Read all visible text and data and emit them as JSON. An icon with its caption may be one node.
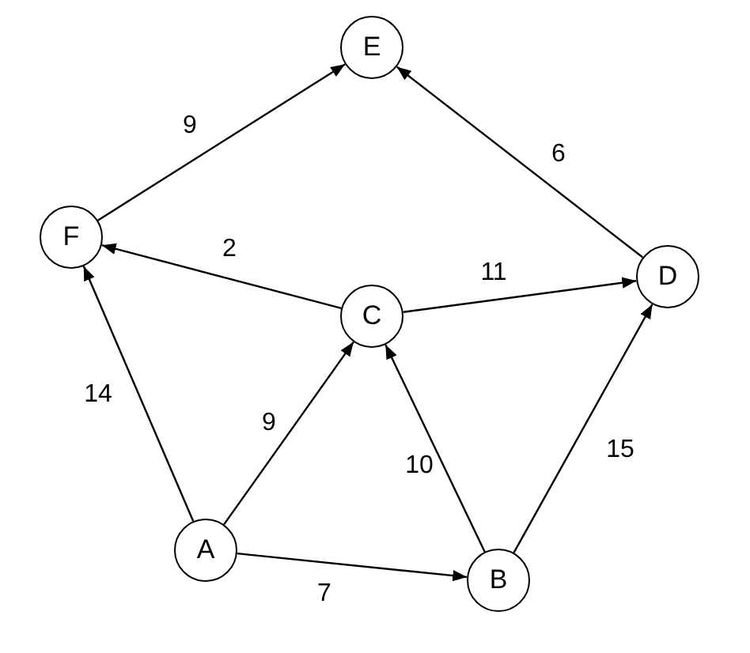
{
  "diagram": {
    "nodes": [
      {
        "text": [
          "E"
        ]
      },
      {
        "text": [
          "F"
        ]
      },
      {
        "text": [
          "D"
        ]
      },
      {
        "text": [
          "C"
        ]
      },
      {
        "text": [
          "A"
        ]
      },
      {
        "text": [
          "B"
        ]
      }
    ],
    "edges": [
      {
        "from": 1,
        "to": 0,
        "arrow": "to",
        "label": "9"
      },
      {
        "from": 2,
        "to": 0,
        "arrow": "to",
        "label": "6"
      },
      {
        "from": 3,
        "to": 1,
        "arrow": "to",
        "label": "2"
      },
      {
        "from": 3,
        "to": 2,
        "arrow": "to",
        "label": "11"
      },
      {
        "from": 4,
        "to": 1,
        "arrow": "to",
        "label": "14"
      },
      {
        "from": 4,
        "to": 3,
        "arrow": "to",
        "label": "9"
      },
      {
        "from": 5,
        "to": 3,
        "arrow": "to",
        "label": "10"
      },
      {
        "from": 5,
        "to": 2,
        "arrow": "to",
        "label": "15"
      },
      {
        "from": 4,
        "to": 5,
        "arrow": "to",
        "label": "7"
      }
    ]
  }
}
